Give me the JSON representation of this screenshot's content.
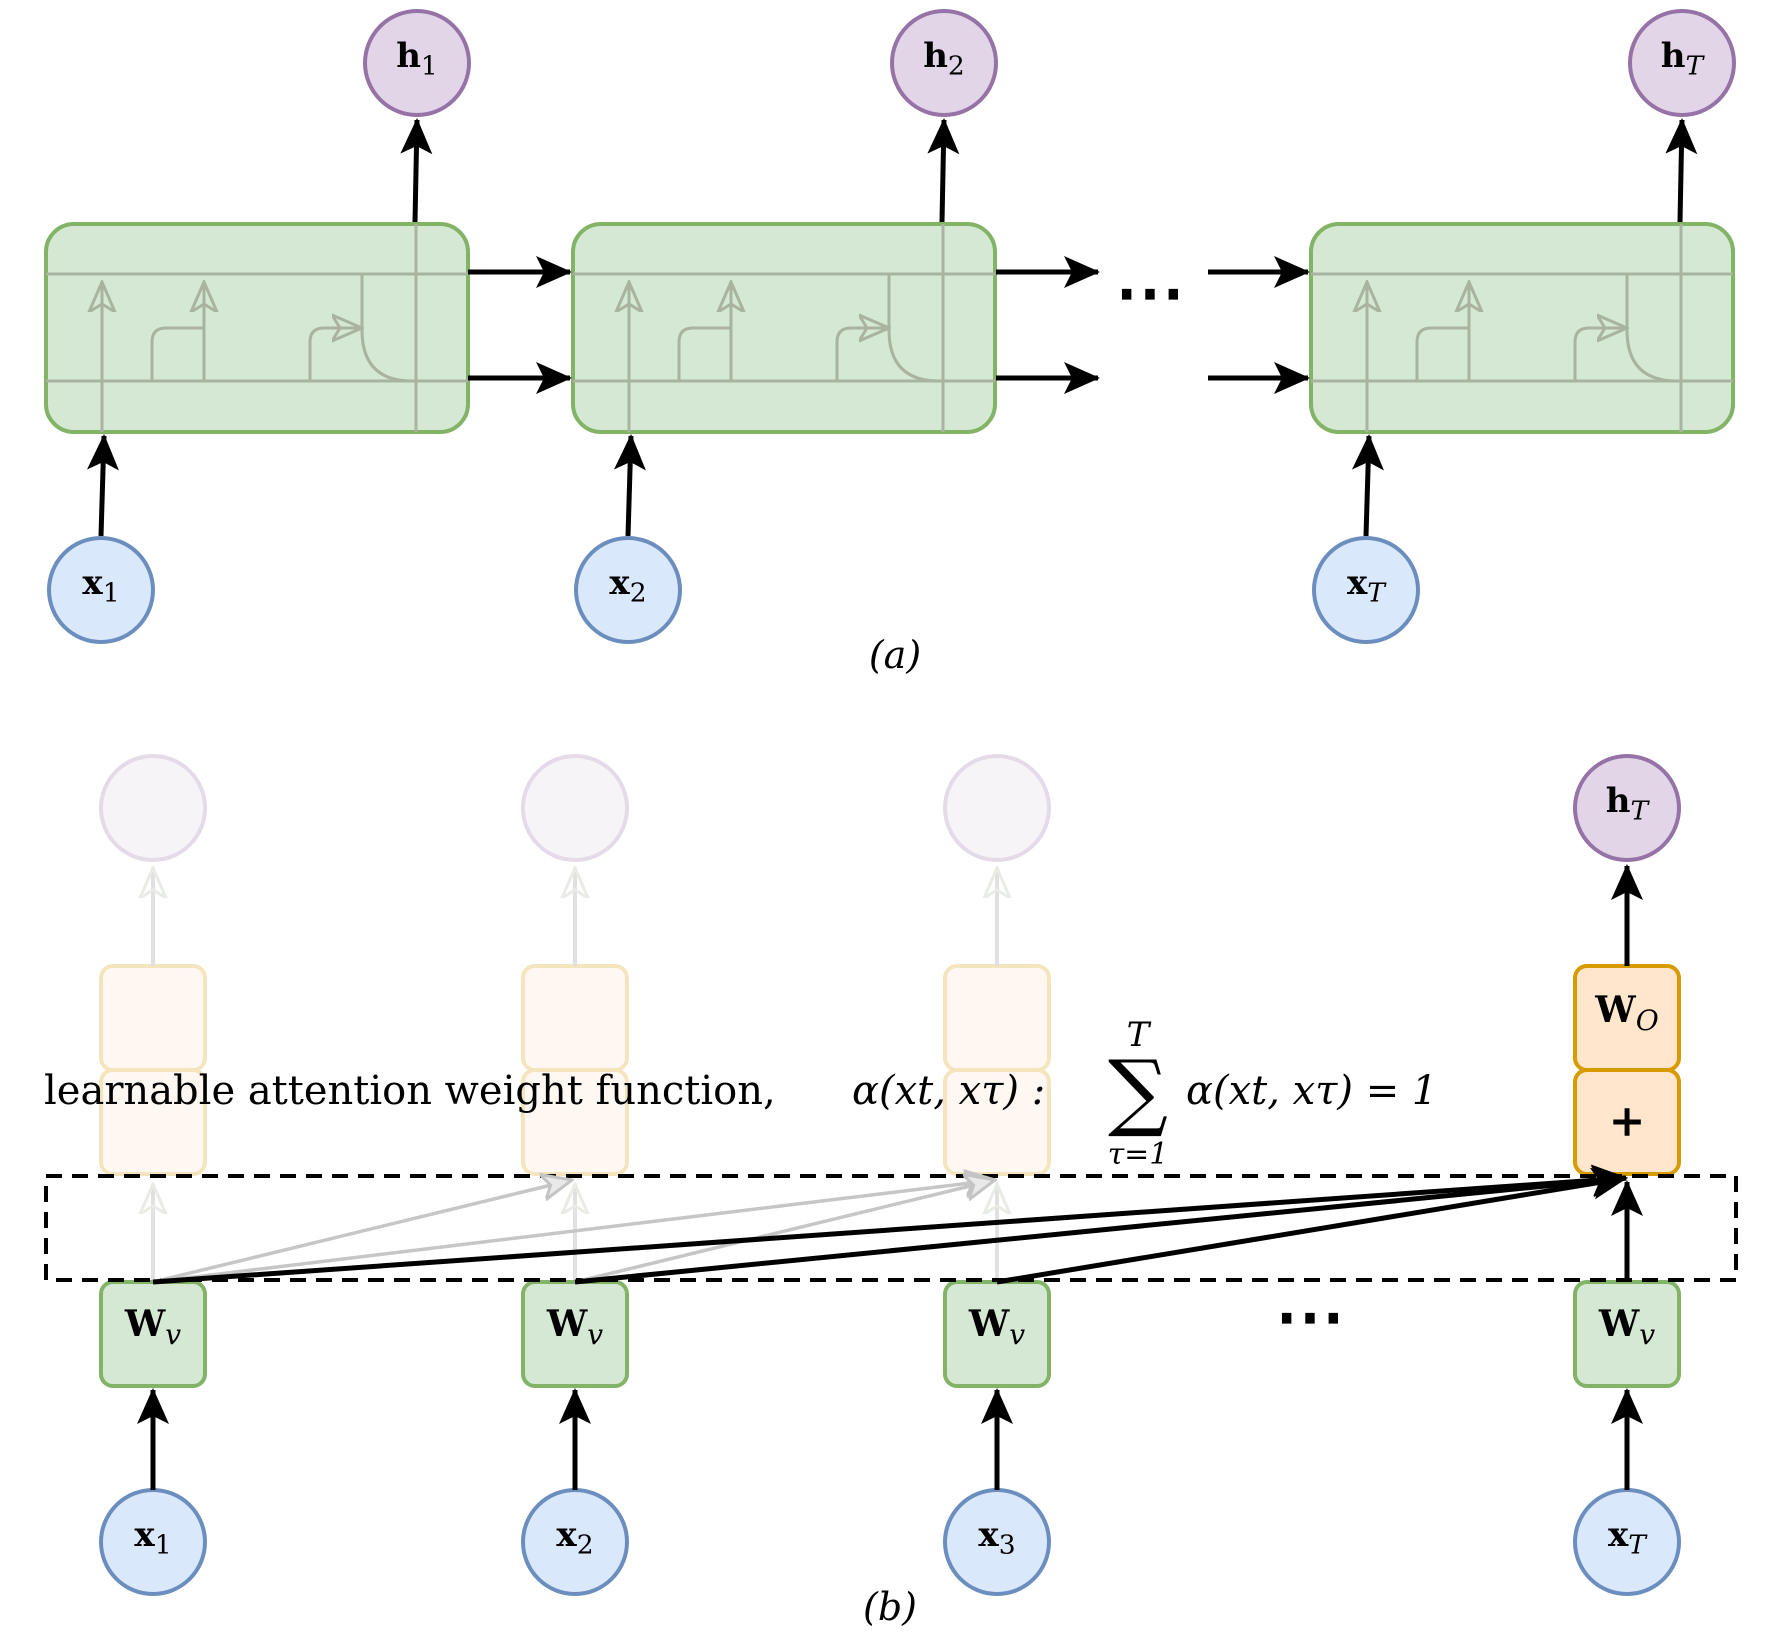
{
  "panel_a": {
    "caption": "(a)",
    "ellipsis": "⋯",
    "cells": [
      {
        "input": {
          "main": "x",
          "sub": "1"
        },
        "output": {
          "main": "h",
          "sub": "1"
        }
      },
      {
        "input": {
          "main": "x",
          "sub": "2"
        },
        "output": {
          "main": "h",
          "sub": "2"
        }
      },
      {
        "input": {
          "main": "x",
          "sub": "T"
        },
        "output": {
          "main": "h",
          "sub": "T"
        }
      }
    ]
  },
  "panel_b": {
    "caption": "(b)",
    "ellipsis": "⋯",
    "attention_label": {
      "text": "learnable attention  weight function,",
      "alpha_expr": "α(xt, xτ) :",
      "sum_symbol": "∑",
      "sum_upper": "T",
      "sum_lower": "τ=1",
      "rhs": "α(xt, xτ) = 1"
    },
    "weight_value": {
      "main": "W",
      "sub": "v"
    },
    "weight_output": {
      "main": "W",
      "sub": "O"
    },
    "plus": "+",
    "output": {
      "main": "h",
      "sub": "T"
    },
    "inputs": [
      {
        "main": "x",
        "sub": "1"
      },
      {
        "main": "x",
        "sub": "2"
      },
      {
        "main": "x",
        "sub": "3"
      },
      {
        "main": "x",
        "sub": "T"
      }
    ]
  },
  "colors": {
    "cell_fill": "#d5e8d4",
    "cell_stroke": "#82b366",
    "input_fill": "#dae8fc",
    "input_stroke": "#6c8ebf",
    "output_fill": "#e1d5e7",
    "output_stroke": "#9673a6",
    "orange_fill": "#ffe6cc",
    "orange_stroke": "#d79b00"
  }
}
